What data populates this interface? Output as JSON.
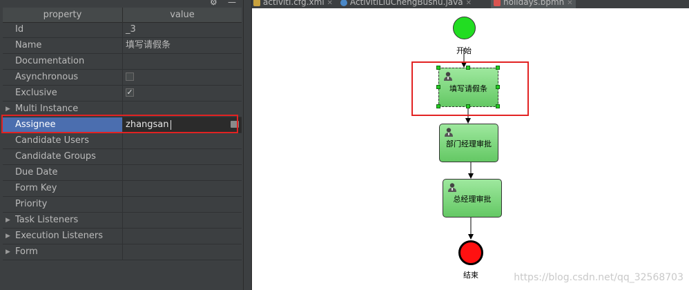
{
  "toolbar": {
    "gear_icon": "⚙",
    "minimize_icon": "—"
  },
  "properties": {
    "header": {
      "property": "property",
      "value": "value"
    },
    "rows": [
      {
        "name": "Id",
        "value": "_3",
        "kind": "text"
      },
      {
        "name": "Name",
        "value": "填写请假条",
        "kind": "text"
      },
      {
        "name": "Documentation",
        "value": "",
        "kind": "text"
      },
      {
        "name": "Asynchronous",
        "value": "",
        "kind": "checkbox",
        "checked": false
      },
      {
        "name": "Exclusive",
        "value": "✓",
        "kind": "checkbox",
        "checked": true
      },
      {
        "name": "Multi Instance",
        "value": "",
        "kind": "group"
      },
      {
        "name": "Assignee",
        "value": "zhangsan",
        "kind": "edit"
      },
      {
        "name": "Candidate Users",
        "value": "",
        "kind": "text"
      },
      {
        "name": "Candidate Groups",
        "value": "",
        "kind": "text"
      },
      {
        "name": "Due Date",
        "value": "",
        "kind": "text"
      },
      {
        "name": "Form Key",
        "value": "",
        "kind": "text"
      },
      {
        "name": "Priority",
        "value": "",
        "kind": "text"
      },
      {
        "name": "Task Listeners",
        "value": "",
        "kind": "group"
      },
      {
        "name": "Execution Listeners",
        "value": "",
        "kind": "group"
      },
      {
        "name": "Form",
        "value": "",
        "kind": "group"
      }
    ]
  },
  "tabs": [
    {
      "label": "activiti.cfg.xml",
      "icon_color": "#c9a23d"
    },
    {
      "label": "ActivitiLiuChengBushu.java",
      "icon_color": "#4a88c7"
    },
    {
      "label": "holidays.bpmn",
      "icon_color": "#d9534f",
      "active": true
    }
  ],
  "diagram": {
    "start_label": "开始",
    "end_label": "结束",
    "tasks": [
      {
        "label": "填写请假条"
      },
      {
        "label": "部门经理审批"
      },
      {
        "label": "总经理审批"
      }
    ]
  },
  "watermark": "https://blog.csdn.net/qq_32568703",
  "colors": {
    "start": "#22dd22",
    "end": "#ff1111",
    "task_fill": "#7ed67e",
    "highlight": "#e22222"
  }
}
